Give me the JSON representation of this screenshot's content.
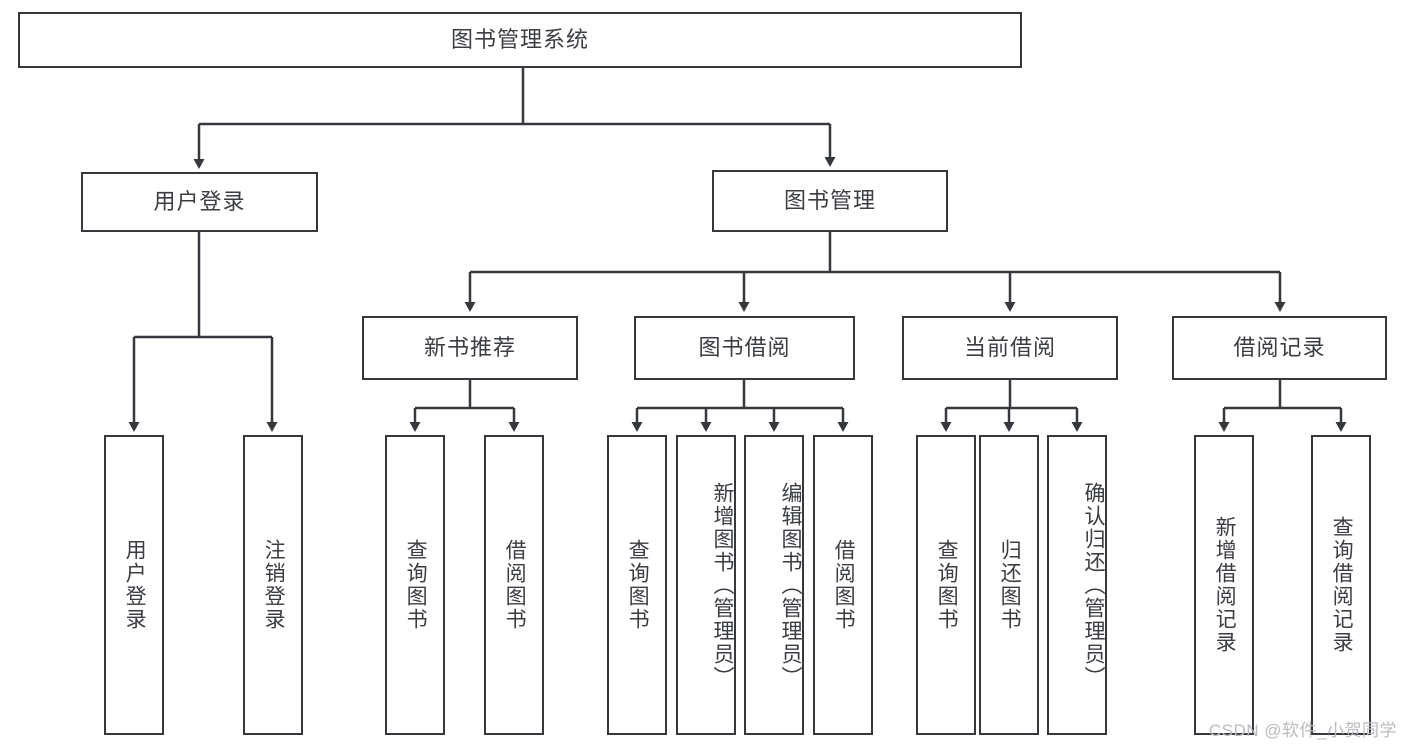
{
  "diagram": {
    "title": "图书管理系统",
    "stroke_color": "#35383d",
    "text_color": "#3a3d42",
    "background_color": "#ffffff",
    "watermark": "CSDN @软件_小贺同学"
  },
  "nodes": {
    "root": {
      "label": "图书管理系统"
    },
    "level2": [
      {
        "label": "用户登录"
      },
      {
        "label": "图书管理"
      }
    ],
    "level3": [
      {
        "label": "新书推荐"
      },
      {
        "label": "图书借阅"
      },
      {
        "label": "当前借阅"
      },
      {
        "label": "借阅记录"
      }
    ],
    "leaves_user_login": [
      {
        "label": "用户登录"
      },
      {
        "label": "注销登录"
      }
    ],
    "leaves_new_books": [
      {
        "label": "查询图书"
      },
      {
        "label": "借阅图书"
      }
    ],
    "leaves_borrow": [
      {
        "label": "查询图书"
      },
      {
        "label": "新增图书（管理员）"
      },
      {
        "label": "编辑图书（管理员）"
      },
      {
        "label": "借阅图书"
      }
    ],
    "leaves_current": [
      {
        "label": "查询图书"
      },
      {
        "label": "归还图书"
      },
      {
        "label": "确认归还（管理员）"
      }
    ],
    "leaves_records": [
      {
        "label": "新增借阅记录"
      },
      {
        "label": "查询借阅记录"
      }
    ]
  }
}
